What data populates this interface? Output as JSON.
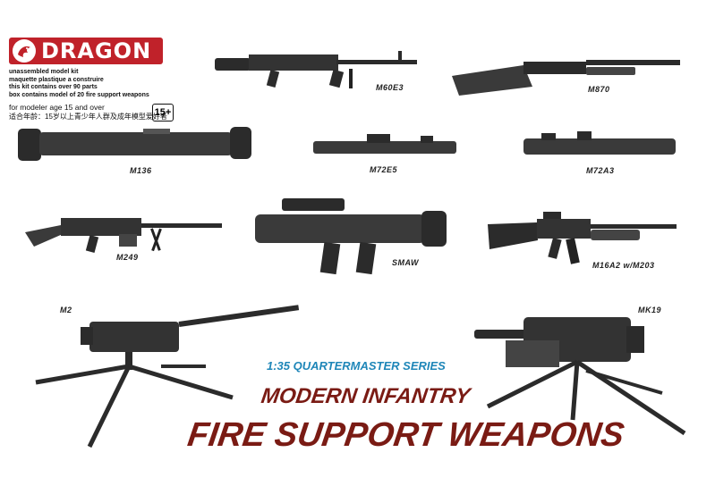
{
  "brand": {
    "name": "DRAGON",
    "color": "#c0222a",
    "emblem_icon": "dragon-emblem-icon"
  },
  "kit_info": {
    "lines": [
      "unassembled model kit",
      "maquette plastique a construire",
      "this kit contains over 90 parts",
      "box contains model of 20 fire support weapons"
    ],
    "age_text": "for modeler age 15 and over",
    "age_text_cn": "适合年龄：15岁以上青少年人群及成年模型爱好者",
    "age_badge": "15+"
  },
  "weapons": {
    "m60e3": "M60E3",
    "m870": "M870",
    "m136": "M136",
    "m72e5": "M72E5",
    "m72a3": "M72A3",
    "m249": "M249",
    "smaw": "SMAW",
    "m16a2": "M16A2 w/M203",
    "m2": "M2",
    "mk19": "MK19"
  },
  "series": "1:35 QUARTERMASTER SERIES",
  "title": {
    "line1": "MODERN INFANTRY",
    "line2": "FIRE SUPPORT WEAPONS"
  },
  "colors": {
    "series_blue": "#1e86b8",
    "title_maroon": "#7a1b14",
    "weapon_dark": "#2b2b2b"
  }
}
